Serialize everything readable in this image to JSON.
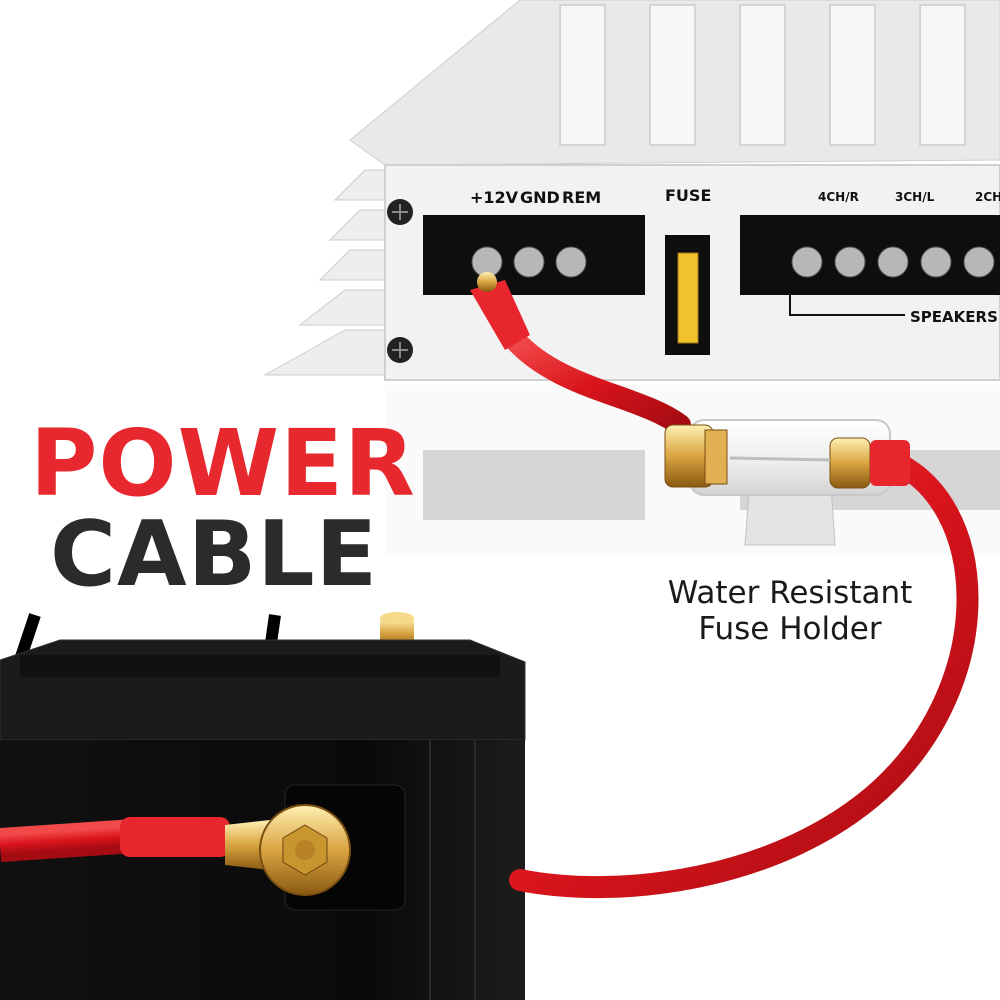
{
  "headline": {
    "line1": "POWER",
    "line2": "CABLE",
    "line1_color": "#e8282f",
    "line2_color": "#2b2b2b"
  },
  "fuse_holder": {
    "caption_line1": "Water Resistant",
    "caption_line2": "Fuse Holder"
  },
  "amplifier": {
    "terminal_labels": [
      "+12V",
      "GND",
      "REM"
    ],
    "fuse_label": "FUSE",
    "channel_labels": [
      "4CH/R",
      "3CH/L",
      "2CH"
    ],
    "speakers_label": "SPEAKERS",
    "body_color": "#f2f2f2"
  },
  "cable": {
    "color": "#d9141c"
  },
  "battery": {
    "color": "#0d0d0d"
  }
}
